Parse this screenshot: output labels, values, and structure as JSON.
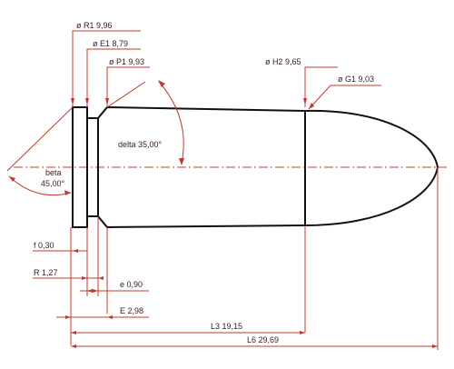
{
  "diagram": {
    "accent_color": "#c0392b",
    "outline_color": "#111111",
    "labels": {
      "r1": "ø R1  9,96",
      "e1": "ø E1  8,79",
      "p1": "ø P1  9,93",
      "h2": "ø H2  9,65",
      "g1": "ø G1  9,03",
      "delta": "delta  35,00°",
      "beta_1": "beta",
      "beta_2": "45,00°",
      "f": "f  0,30",
      "r": "R  1,27",
      "e": "e  0,90",
      "E": "E  2,98",
      "l3": "L3  19,15",
      "l6": "L6  29,69"
    }
  }
}
